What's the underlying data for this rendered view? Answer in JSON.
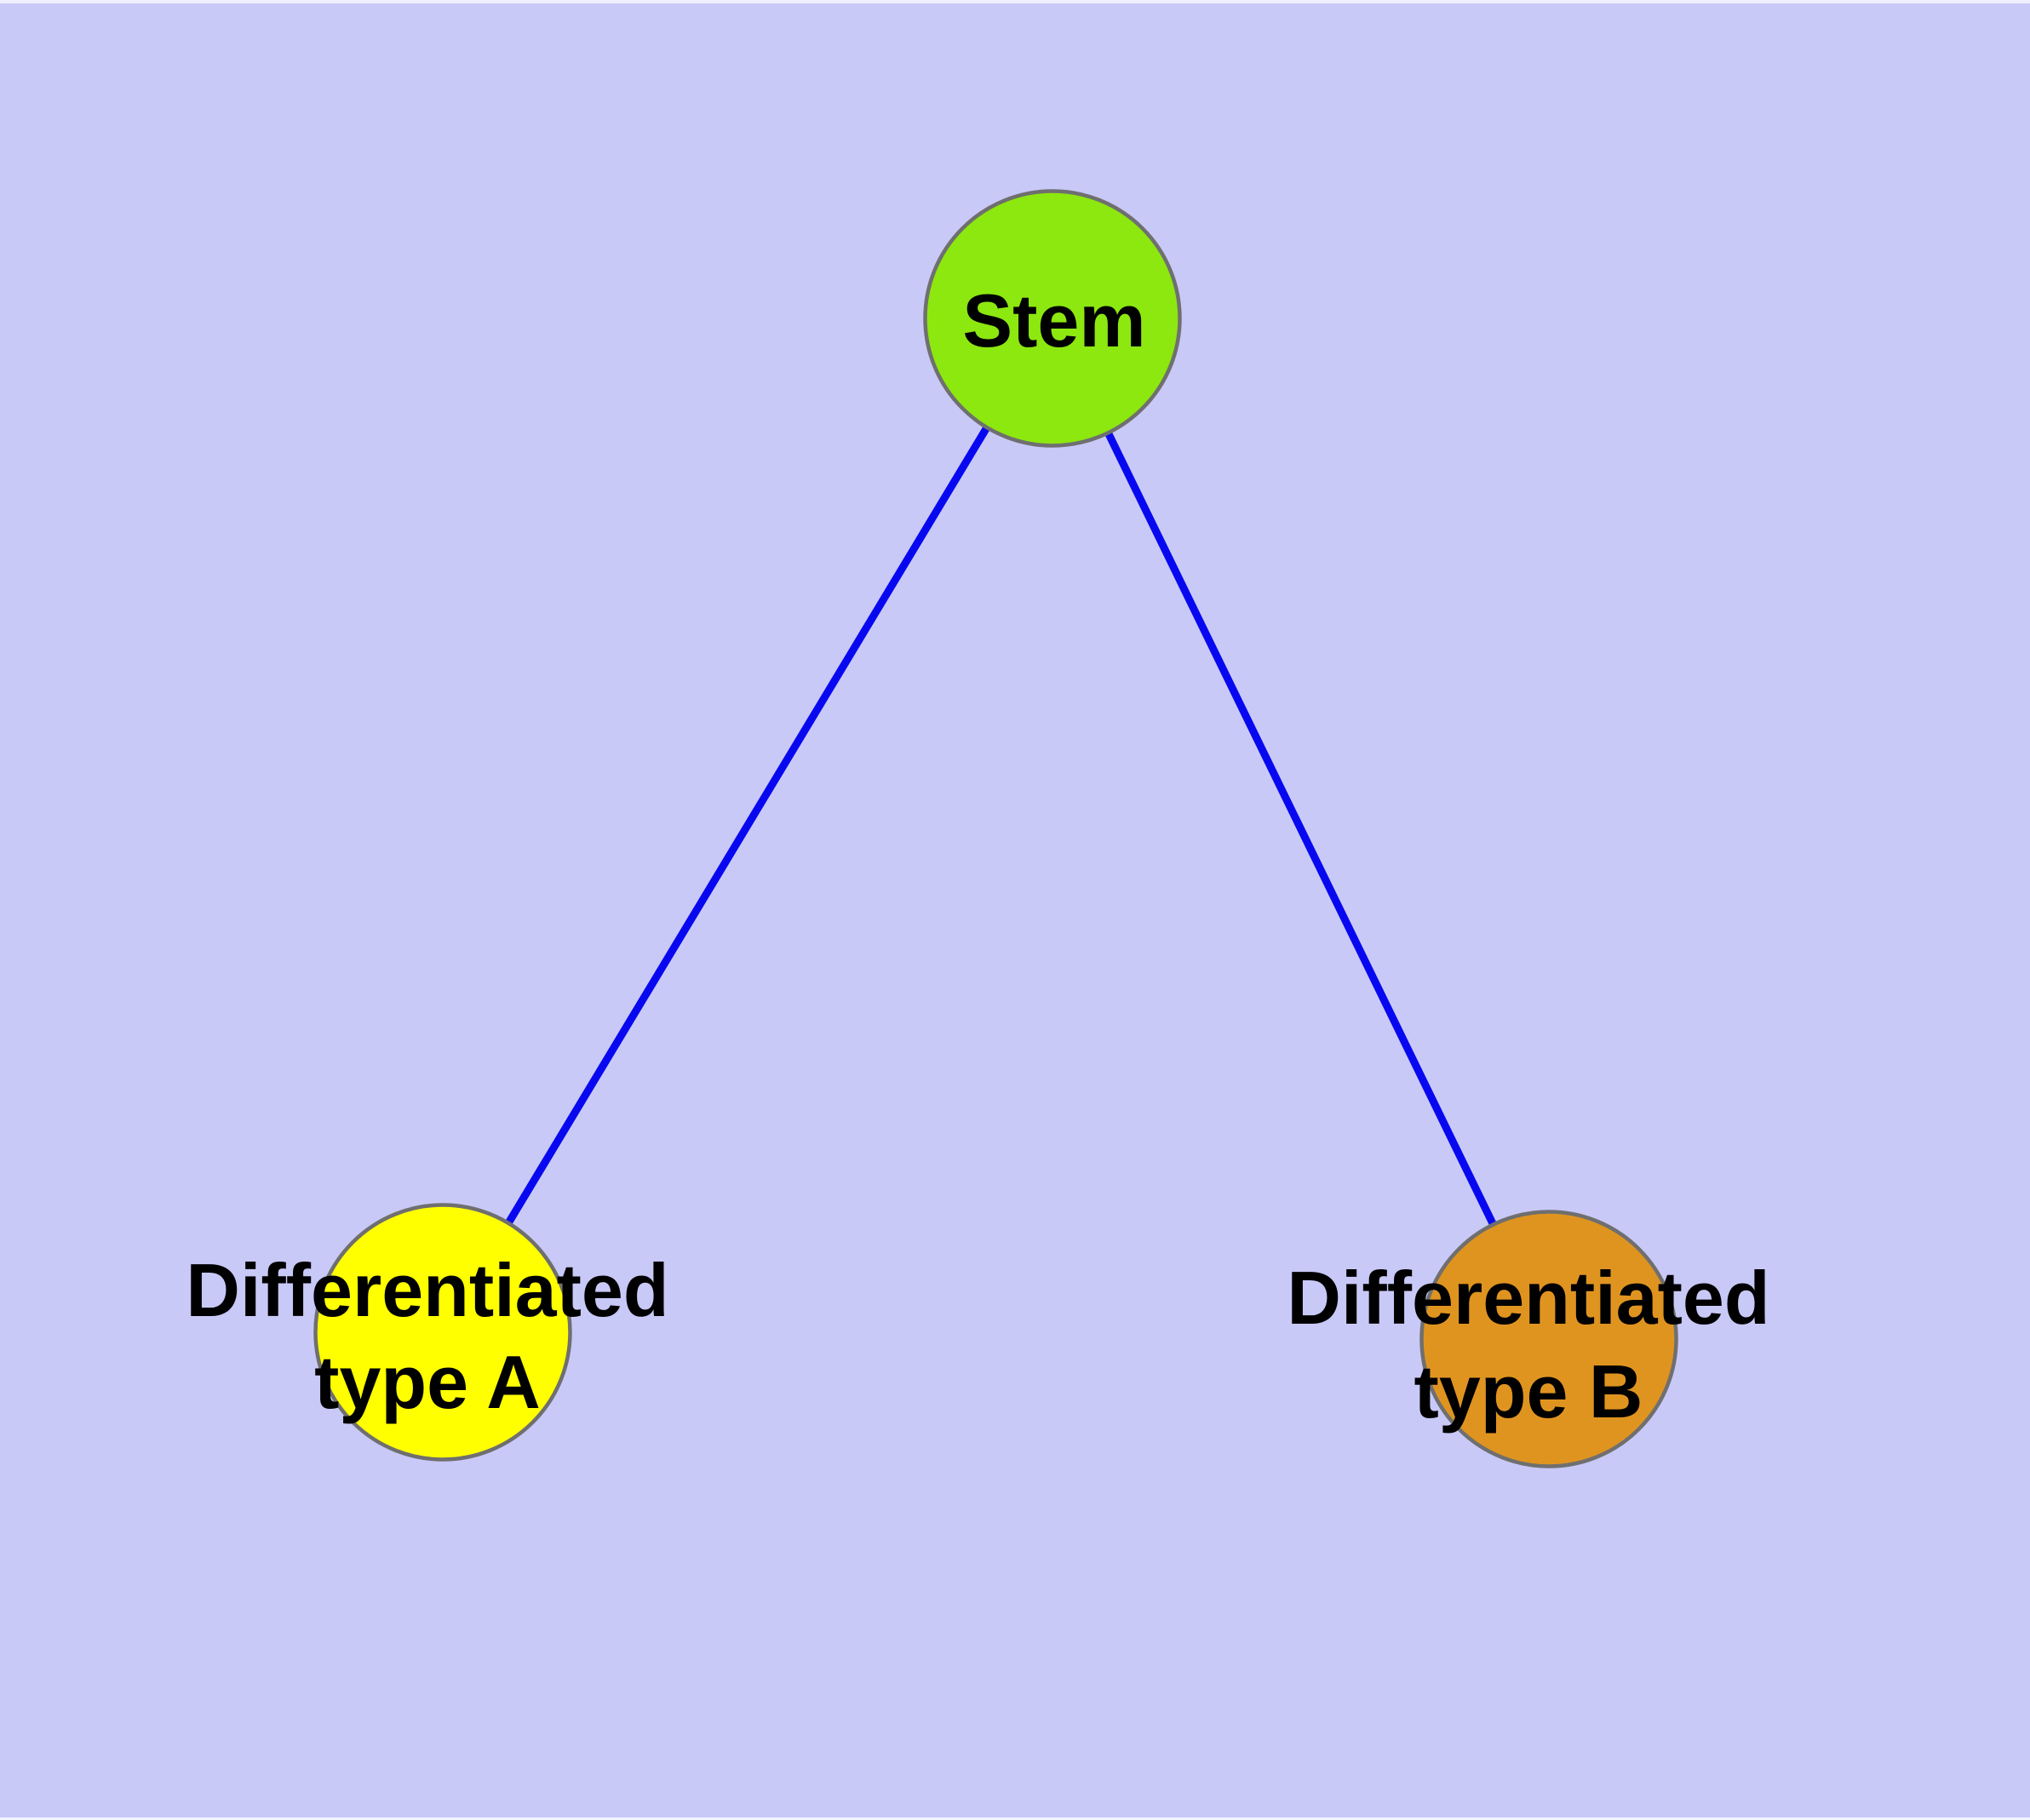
{
  "diagram": {
    "background_color": "#c9c9f8",
    "top_edge_highlight_color": "#efeffd",
    "bottom_edge_highlight_color": "#f4f4fe",
    "edge_color": "#0808f0",
    "node_border_color": "#6f6f6f",
    "label_color": "#000000",
    "nodes": {
      "stem": {
        "label": "Stem",
        "fill": "#8ce80e"
      },
      "type_a": {
        "label_line1": "Differentiated",
        "label_line2": "type A",
        "fill": "#ffff00"
      },
      "type_b": {
        "label_line1": "Differentiated",
        "label_line2": "type B",
        "fill": "#e09420"
      }
    },
    "edges": [
      {
        "from": "Stem",
        "to": "Differentiated type A"
      },
      {
        "from": "Stem",
        "to": "Differentiated type B"
      }
    ]
  }
}
